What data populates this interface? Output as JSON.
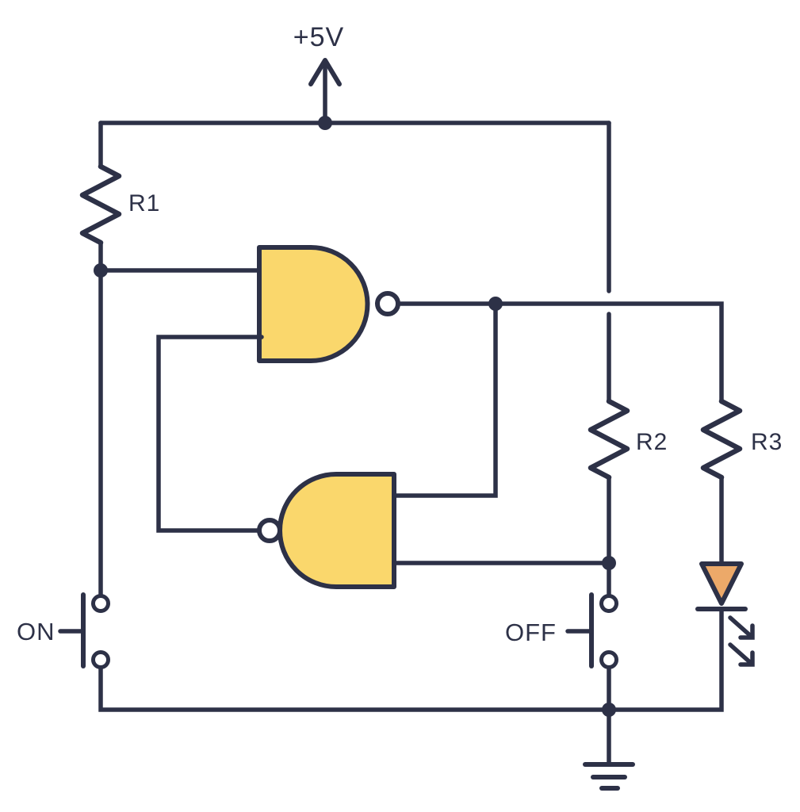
{
  "colors": {
    "background": "#FFFFFF",
    "stroke": "#2D3147",
    "gate-fill": "#FAD76C",
    "led-fill": "#ECA969",
    "text": "#2D3147"
  },
  "labels": {
    "power": "+5V",
    "r1": "R1",
    "r2": "R2",
    "r3": "R3",
    "on": "ON",
    "off": "OFF"
  }
}
